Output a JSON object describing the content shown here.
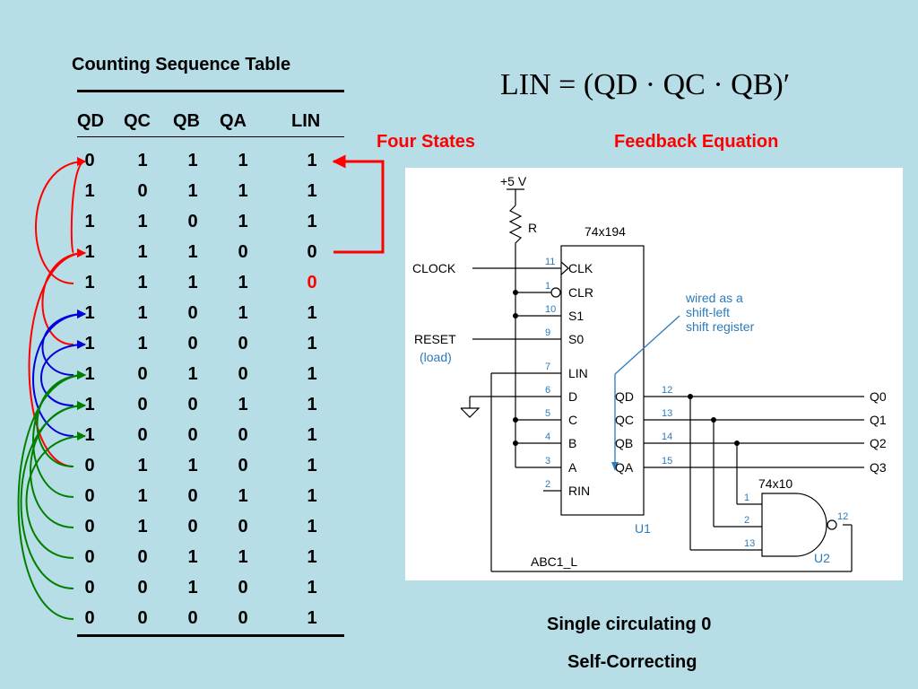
{
  "table": {
    "title": "Counting Sequence Table",
    "headers": [
      "QD",
      "QC",
      "QB",
      "QA",
      "LIN"
    ],
    "rows": [
      [
        "0",
        "1",
        "1",
        "1",
        "1"
      ],
      [
        "1",
        "0",
        "1",
        "1",
        "1"
      ],
      [
        "1",
        "1",
        "0",
        "1",
        "1"
      ],
      [
        "1",
        "1",
        "1",
        "0",
        "0"
      ],
      [
        "1",
        "1",
        "1",
        "1",
        "0"
      ],
      [
        "1",
        "1",
        "0",
        "1",
        "1"
      ],
      [
        "1",
        "1",
        "0",
        "0",
        "1"
      ],
      [
        "1",
        "0",
        "1",
        "0",
        "1"
      ],
      [
        "1",
        "0",
        "0",
        "1",
        "1"
      ],
      [
        "1",
        "0",
        "0",
        "0",
        "1"
      ],
      [
        "0",
        "1",
        "1",
        "0",
        "1"
      ],
      [
        "0",
        "1",
        "0",
        "1",
        "1"
      ],
      [
        "0",
        "1",
        "0",
        "0",
        "1"
      ],
      [
        "0",
        "0",
        "1",
        "1",
        "1"
      ],
      [
        "0",
        "0",
        "1",
        "0",
        "1"
      ],
      [
        "0",
        "0",
        "0",
        "0",
        "1"
      ]
    ],
    "highlight_color": "#ff0000"
  },
  "equation": {
    "lhs": "LIN",
    "equals": "=",
    "rhs": "(QD · QC · QB)′"
  },
  "labels": {
    "four_states": "Four States",
    "feedback_equation": "Feedback Equation",
    "single_circulating": "Single circulating 0",
    "self_correcting": "Self-Correcting"
  },
  "arrow_colors": {
    "red": "#ff0000",
    "blue": "#0000dd",
    "green": "#008000"
  },
  "schematic": {
    "supply": "+5 V",
    "resistor": "R",
    "chip_name": "74x194",
    "chip_ref": "U1",
    "inputs": {
      "clock": "CLOCK",
      "reset": "RESET",
      "load": "(load)"
    },
    "left_pins": [
      {
        "num": "11",
        "name": "CLK"
      },
      {
        "num": "1",
        "name": "CLR"
      },
      {
        "num": "10",
        "name": "S1"
      },
      {
        "num": "9",
        "name": "S0"
      },
      {
        "num": "7",
        "name": "LIN"
      },
      {
        "num": "6",
        "name": "D"
      },
      {
        "num": "5",
        "name": "C"
      },
      {
        "num": "4",
        "name": "B"
      },
      {
        "num": "3",
        "name": "A"
      },
      {
        "num": "2",
        "name": "RIN"
      }
    ],
    "right_pins": [
      {
        "num": "12",
        "name": "QD",
        "out": "Q0"
      },
      {
        "num": "13",
        "name": "QC",
        "out": "Q1"
      },
      {
        "num": "14",
        "name": "QB",
        "out": "Q2"
      },
      {
        "num": "15",
        "name": "QA",
        "out": "Q3"
      }
    ],
    "note_lines": [
      "wired as a",
      "shift-left",
      "shift register"
    ],
    "gate_name": "74x10",
    "gate_ref": "U2",
    "gate_inputs": [
      "1",
      "2",
      "13"
    ],
    "gate_output": "12",
    "net_label": "ABC1_L",
    "accent": "#2b7bbd"
  }
}
